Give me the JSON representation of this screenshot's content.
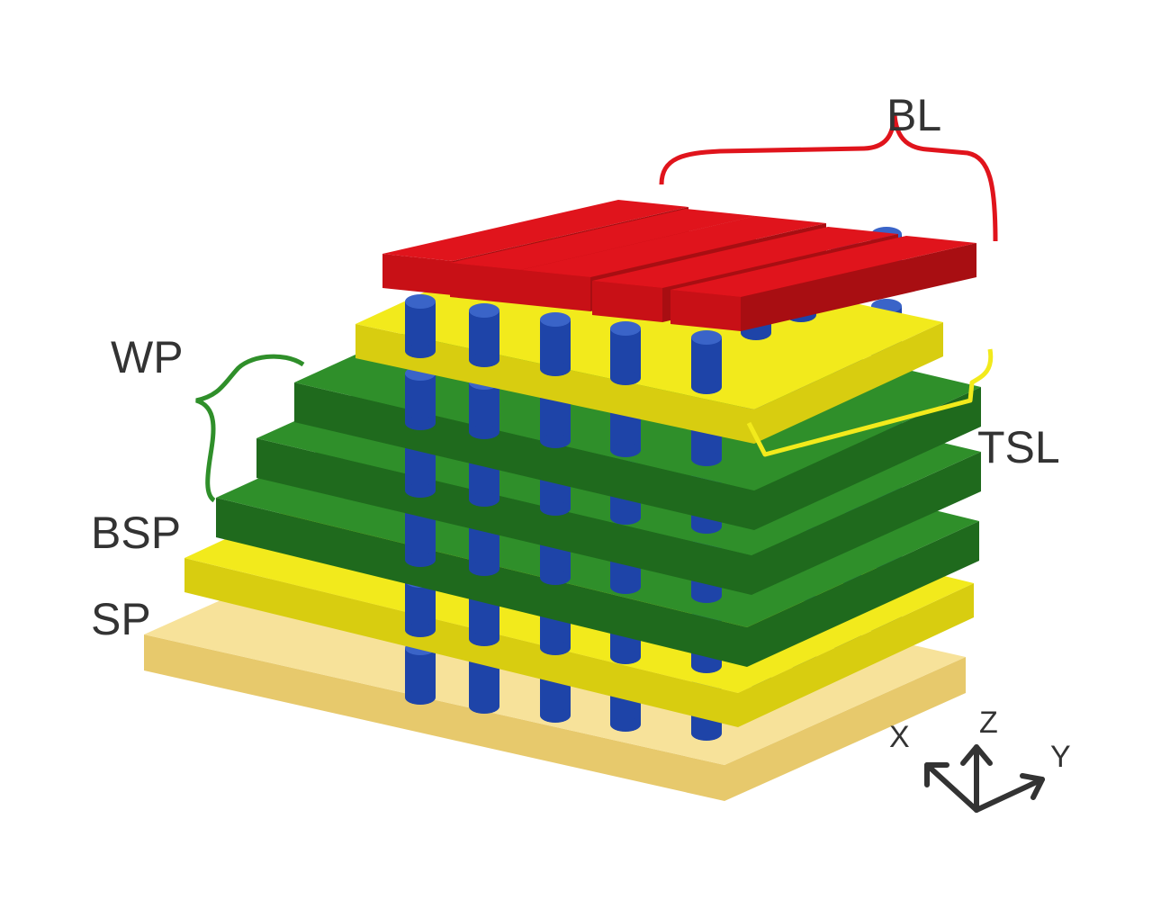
{
  "labels": {
    "bl": "BL",
    "wp": "WP",
    "tsl": "TSL",
    "bsp": "BSP",
    "sp": "SP"
  },
  "axes": {
    "x": "X",
    "y": "Y",
    "z": "Z"
  },
  "colors": {
    "bit_line": "#e0141c",
    "bit_line_side": "#a80e12",
    "bit_line_end": "#c81016",
    "word_plate": "#2f8f2a",
    "word_plate_side": "#1f6a1d",
    "select_plate": "#f2ea1c",
    "select_plate_side": "#d8cd10",
    "substrate": "#f7e29a",
    "substrate_side": "#e7c96c",
    "pillar": "#1e44a8",
    "pillar_top": "#3a64c8",
    "bracket_bl": "#e0141c",
    "bracket_wp": "#2f8f2a",
    "bracket_tsl": "#f2ea1c"
  },
  "icons": {
    "axis_gizmo": "xyz-axes-icon"
  }
}
